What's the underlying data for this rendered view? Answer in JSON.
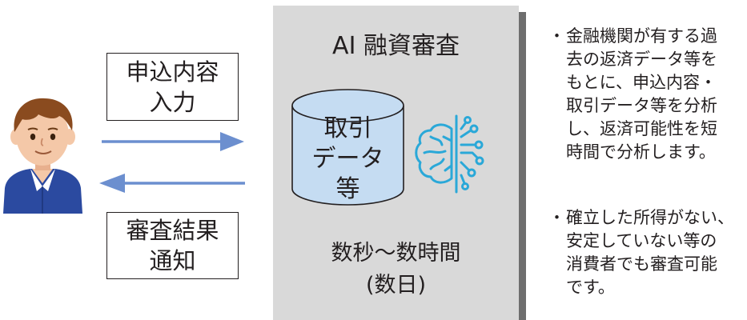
{
  "center": {
    "title": "AI 融資審査",
    "cylinder_lines": [
      "取引",
      "データ",
      "等"
    ],
    "time_lines": [
      "数秒〜数時間",
      "(数日)"
    ]
  },
  "left": {
    "input_box_lines": [
      "申込内容",
      "入力"
    ],
    "result_box_lines": [
      "審査結果",
      "通知"
    ]
  },
  "bullets": [
    {
      "mark": "・",
      "lines": [
        "金融機関が有する過",
        "去の返済データ等を",
        "もとに、申込内容・",
        "取引データ等を分析",
        "し、返済可能性を短",
        "時間で分析します。"
      ]
    },
    {
      "mark": "・",
      "lines": [
        "確立した所得がない、",
        "安定していない等の",
        "消費者でも審査可能",
        "です。"
      ]
    }
  ],
  "colors": {
    "panel": "#d9d9d9",
    "panel_shadow": "#6e6e6e",
    "arrow": "#6c8fcf",
    "cylinder_fill": "#c5dcf2",
    "brain": "#2aa8d8",
    "shirt": "#2b4aa0",
    "skin": "#f4c8a8",
    "hair": "#8a4b1f"
  }
}
